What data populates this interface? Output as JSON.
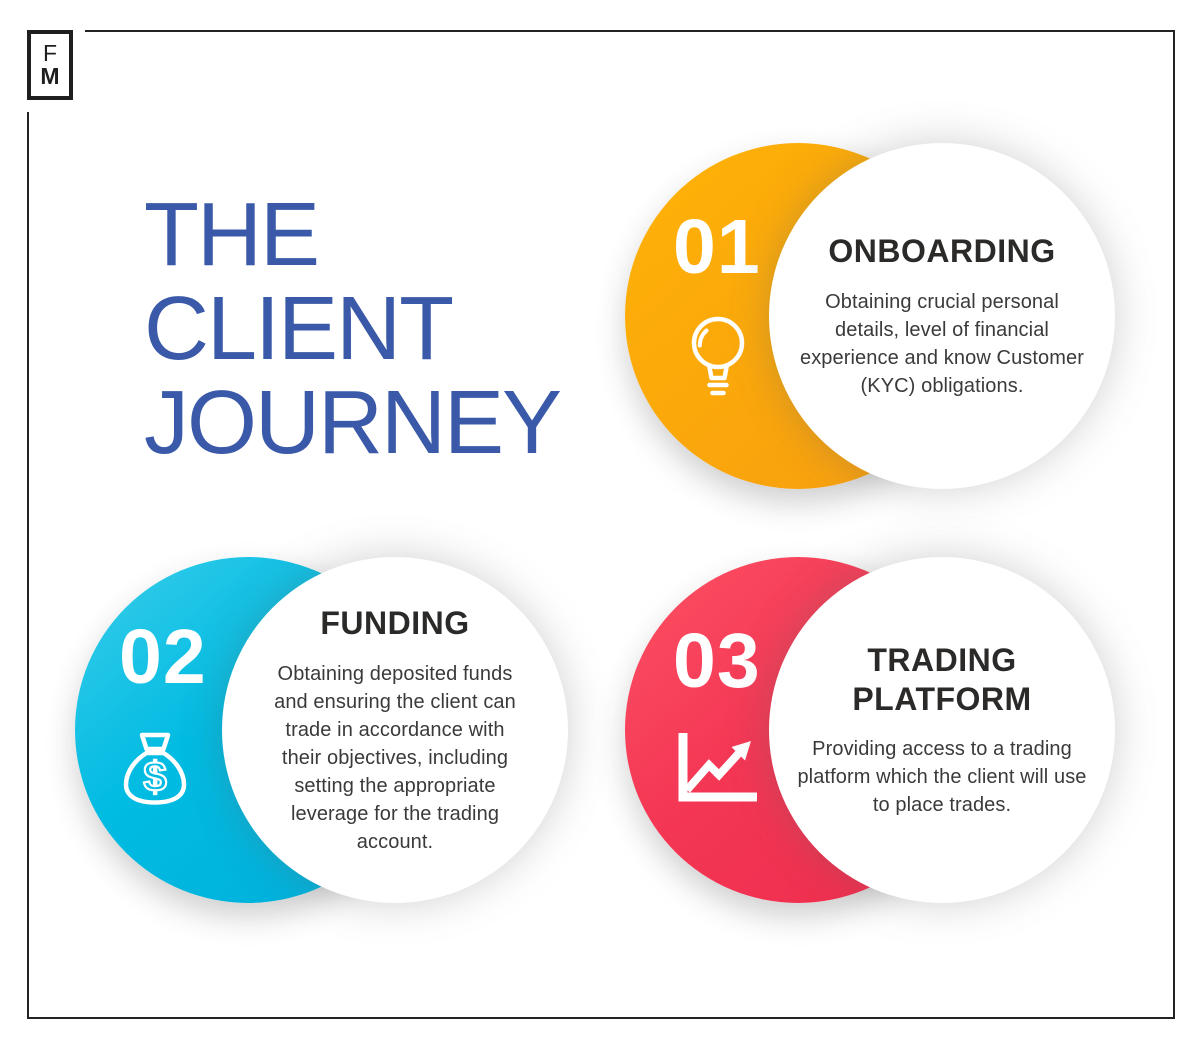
{
  "infographic": {
    "background": "#FFFFFF",
    "frame_color": "#232323",
    "title_color": "#3A5AA9",
    "title_lines": {
      "0": "THE",
      "1": "CLIENT",
      "2": "JOURNEY"
    }
  },
  "logo": {
    "top_letter": "F",
    "bottom_letter": "M"
  },
  "steps": [
    {
      "number": "01",
      "heading": "ONBOARDING",
      "description": "Obtaining crucial personal details, level of financial experience and know Customer (KYC) obligations.",
      "icon": "lightbulb-icon",
      "accent_color": "#F9A30C"
    },
    {
      "number": "02",
      "heading": "FUNDING",
      "description": "Obtaining deposited funds and ensuring the client can trade in accordance with their objectives, including setting the appropriate leverage for the trading account.",
      "icon": "money-bag-icon",
      "accent_color": "#00BFE5"
    },
    {
      "number": "03",
      "heading": "TRADING PLATFORM",
      "description": "Providing access to a trading platform which the client will use to place trades.",
      "icon": "growth-chart-icon",
      "accent_color": "#FB3A51"
    }
  ]
}
